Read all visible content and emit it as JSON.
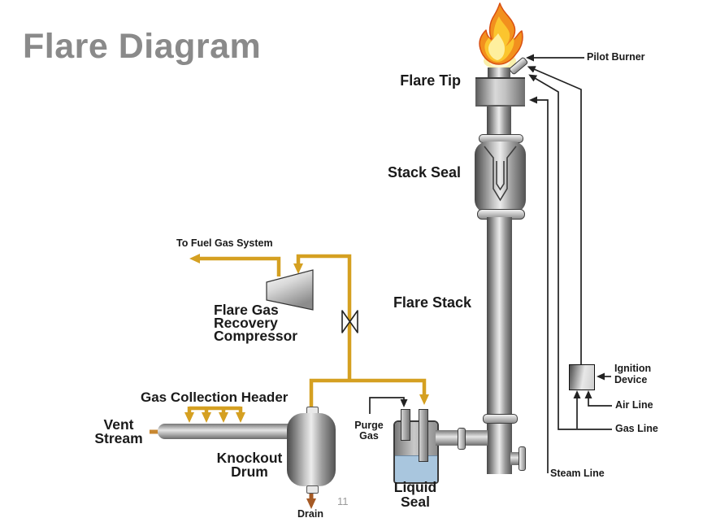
{
  "title": "Flare Diagram",
  "page_number": "11",
  "labels": {
    "flare_tip": "Flare Tip",
    "stack_seal": "Stack Seal",
    "flare_stack": "Flare Stack",
    "pilot_burner": "Pilot Burner",
    "ignition_device": [
      "Ignition",
      "Device"
    ],
    "air_line": "Air Line",
    "gas_line": "Gas Line",
    "steam_line": "Steam Line",
    "to_fuel_gas_system": "To Fuel Gas System",
    "compressor": [
      "Flare Gas",
      "Recovery",
      "Compressor"
    ],
    "gas_collection_header": "Gas Collection Header",
    "vent_stream": [
      "Vent",
      "Stream"
    ],
    "knockout_drum": [
      "Knockout",
      "Drum"
    ],
    "purge_gas": [
      "Purge",
      "Gas"
    ],
    "liquid_seal": [
      "Liquid",
      "Seal"
    ],
    "drain": "Drain"
  },
  "colors": {
    "title": "#8a8a8a",
    "pipe_yellow": "#D5A021",
    "vent_arrow": "#C88730",
    "drain_arrow": "#A55A25",
    "liquid": "#a9c6de",
    "line": "#222222",
    "page_number": "#9a9a9a"
  }
}
